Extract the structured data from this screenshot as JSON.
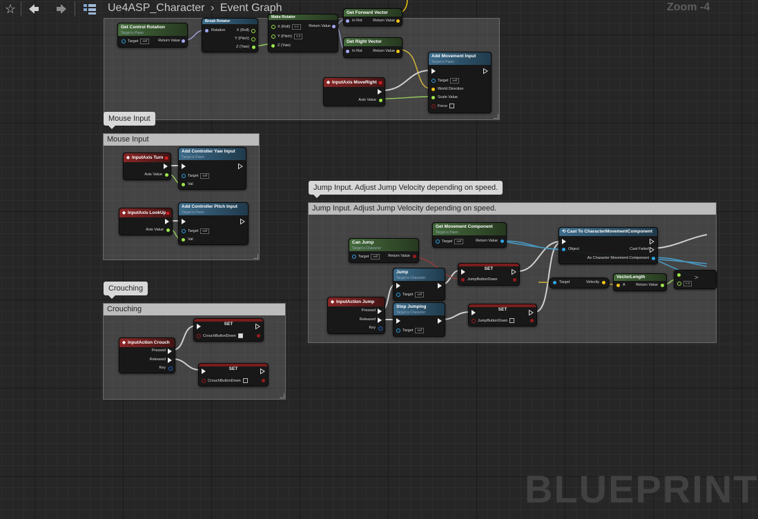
{
  "toolbar": {
    "breadcrumb_asset": "Ue4ASP_Character",
    "breadcrumb_sep": "›",
    "breadcrumb_graph": "Event Graph",
    "zoom_label": "Zoom -4"
  },
  "comments": {
    "mouse": "Mouse Input",
    "crouch": "Crouching",
    "jump": "Jump Input. Adjust Jump Velocity depending on speed."
  },
  "watermark": "BLUEPRINT",
  "nodes": {
    "get_control_rotation": {
      "title": "Get Control Rotation",
      "sub": "Target is Pawn",
      "target": "Target",
      "self": "self",
      "out": "Return Value"
    },
    "break_rotator": {
      "title": "Break Rotator",
      "in": "Rotation",
      "x": "X (Roll)",
      "y": "Y (Pitch)",
      "z": "Z (Yaw)"
    },
    "make_rotator": {
      "title": "Make Rotator",
      "x": "X (Roll)",
      "y": "Y (Pitch)",
      "z": "Z (Yaw)",
      "xv": "0.0",
      "yv": "0.0",
      "out": "Return Value"
    },
    "get_forward_vector": {
      "title": "Get Forward Vector",
      "in": "In Rot",
      "out": "Return Value"
    },
    "get_right_vector": {
      "title": "Get Right Vector",
      "in": "In Rot",
      "out": "Return Value"
    },
    "add_movement_input": {
      "title": "Add Movement Input",
      "sub": "Target is Pawn",
      "target": "Target",
      "self": "self",
      "world_dir": "World Direction",
      "scale": "Scale Value",
      "force": "Force"
    },
    "inputaxis_moveright": {
      "title": "InputAxis MoveRight",
      "axis": "Axis Value"
    },
    "inputaxis_turn": {
      "title": "InputAxis Turn",
      "axis": "Axis Value"
    },
    "add_yaw": {
      "title": "Add Controller Yaw Input",
      "sub": "Target is Pawn",
      "target": "Target",
      "self": "self",
      "val": "Val"
    },
    "inputaxis_lookup": {
      "title": "InputAxis LookUp",
      "axis": "Axis Value"
    },
    "add_pitch": {
      "title": "Add Controller Pitch Input",
      "sub": "Target is Pawn",
      "target": "Target",
      "self": "self",
      "val": "Val"
    },
    "inputaction_crouch": {
      "title": "InputAction Crouch",
      "pressed": "Pressed",
      "released": "Released",
      "key": "Key"
    },
    "set_crouch_1": {
      "title": "SET",
      "var": "CrouchButtonDown"
    },
    "set_crouch_2": {
      "title": "SET",
      "var": "CrouchButtonDown"
    },
    "can_jump": {
      "title": "Can Jump",
      "sub": "Target is Character",
      "target": "Target",
      "self": "self",
      "out": "Return Value"
    },
    "get_movement_component": {
      "title": "Get Movement Component",
      "sub": "Target is Pawn",
      "target": "Target",
      "self": "self",
      "out": "Return Value"
    },
    "cast_cmc": {
      "title": "Cast To CharacterMovementComponent",
      "object": "Object",
      "failed": "Cast Failed",
      "as": "As Character Movement Component"
    },
    "inputaction_jump": {
      "title": "InputAction Jump",
      "pressed": "Pressed",
      "released": "Released",
      "key": "Key"
    },
    "jump": {
      "title": "Jump",
      "sub": "Target is Character",
      "target": "Target",
      "self": "self"
    },
    "stop_jumping": {
      "title": "Stop Jumping",
      "sub": "Target is Character",
      "target": "Target",
      "self": "self"
    },
    "set_jump_1": {
      "title": "SET",
      "var": "JumpButtonDown"
    },
    "set_jump_2": {
      "title": "SET",
      "var": "JumpButtonDown"
    },
    "velocity_getter": {
      "target": "Target",
      "var": "Velocity"
    },
    "vector_length": {
      "title": "VectorLength",
      "a": "A",
      "out": "Return Value"
    },
    "partial": {
      "val": "0.0"
    }
  },
  "colors": {
    "exec": "#eeeeee",
    "object_pin": "#2ea6e6",
    "rotator_pin": "#a3a9f3",
    "vector_pin": "#f2c418",
    "float_pin": "#9de84a",
    "bool_pin": "#9a1a1a",
    "struct_pin": "#1a66c8"
  }
}
